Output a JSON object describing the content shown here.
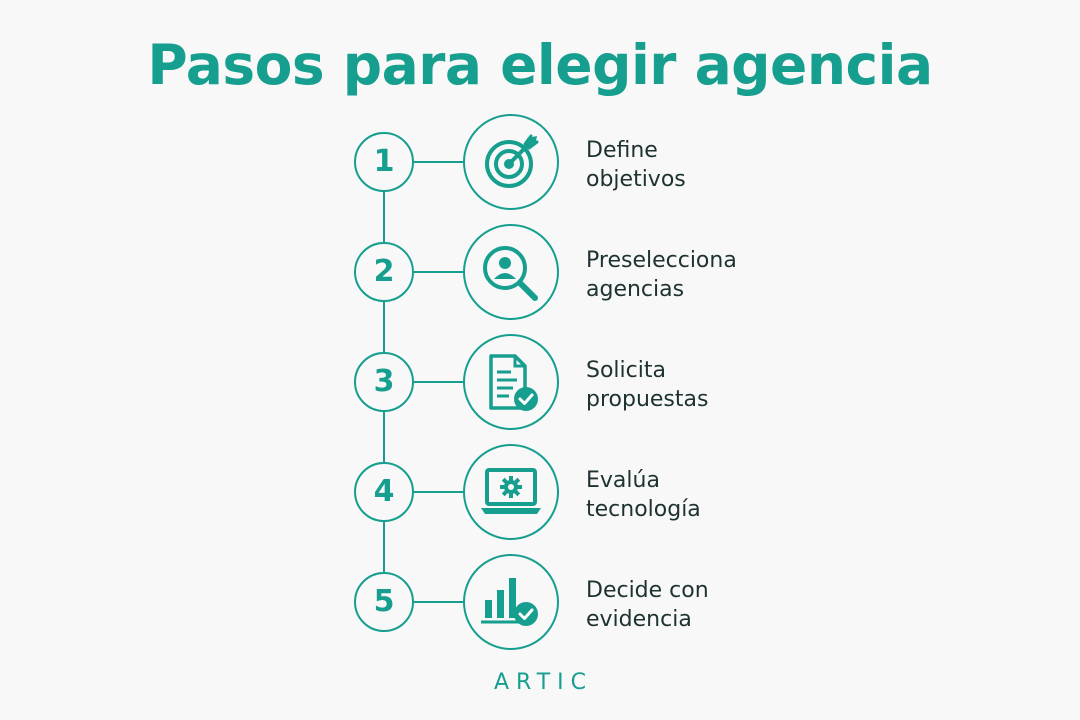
{
  "title": "Pasos para elegir agencia",
  "accent_color": "#169e8f",
  "text_color": "#1e3232",
  "steps": [
    {
      "number": "1",
      "icon": "target-icon",
      "line1": "Define",
      "line2": "objetivos"
    },
    {
      "number": "2",
      "icon": "magnifier-person-icon",
      "line1": "Preselecciona",
      "line2": "agencias"
    },
    {
      "number": "3",
      "icon": "document-check-icon",
      "line1": "Solicita",
      "line2": "propuestas"
    },
    {
      "number": "4",
      "icon": "laptop-gear-icon",
      "line1": "Evalúa",
      "line2": "tecnología"
    },
    {
      "number": "5",
      "icon": "bar-chart-check-icon",
      "line1": "Decide con",
      "line2": "evidencia"
    }
  ],
  "brand": "ARTIC"
}
